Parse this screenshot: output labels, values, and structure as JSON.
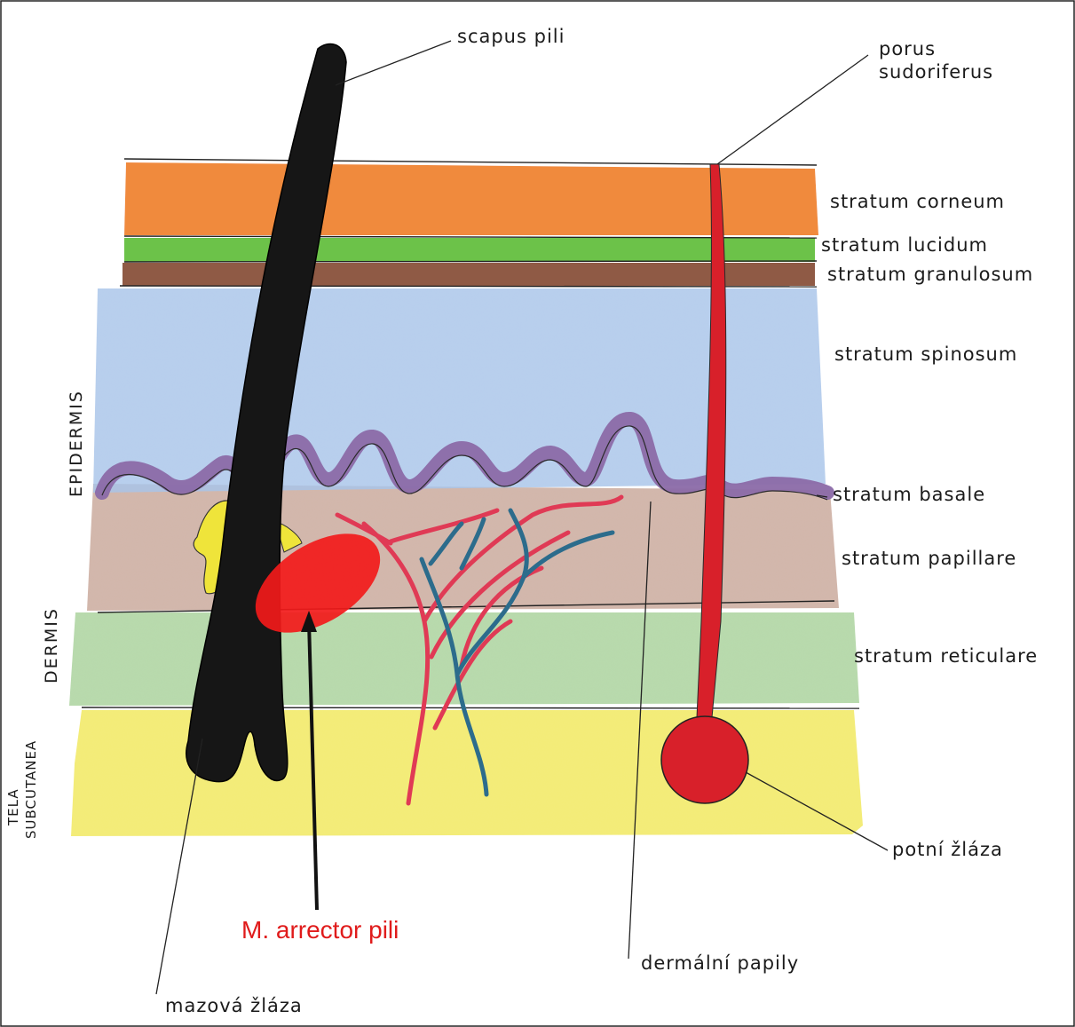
{
  "colors": {
    "corneum": "#f08a3c",
    "lucidum": "#6cc24a",
    "granulosum": "#8f5a44",
    "spinosum": "#a9c6ea",
    "basale": "#8b6aa8",
    "papillare": "#caa89a",
    "reticulare": "#a9d29b",
    "subcutanea": "#f2ea63",
    "hair": "#161616",
    "sweat": "#d8202a",
    "artery": "#e03a55",
    "vein": "#2c6c8c",
    "sebaceous": "#efe43a",
    "arrector": "#f21a1a"
  },
  "labels": {
    "scapus_pili": "scapus pili",
    "porus_line1": "porus",
    "porus_line2": "sudoriferus",
    "corneum": "stratum corneum",
    "lucidum": "stratum lucidum",
    "granulosum": "stratum granulosum",
    "spinosum": "stratum spinosum",
    "basale": "stratum basale",
    "papillare": "stratum papillare",
    "reticulare": "stratum reticulare",
    "potni": "potní žláza",
    "dermalni": "dermální papily",
    "mazova": "mazová žláza",
    "arrector": "M. arrector pili"
  },
  "side_labels": {
    "epidermis": "EPIDERMIS",
    "dermis": "DERMIS",
    "tela_line1": "TELA",
    "tela_line2": "SUBCUTANEA"
  }
}
